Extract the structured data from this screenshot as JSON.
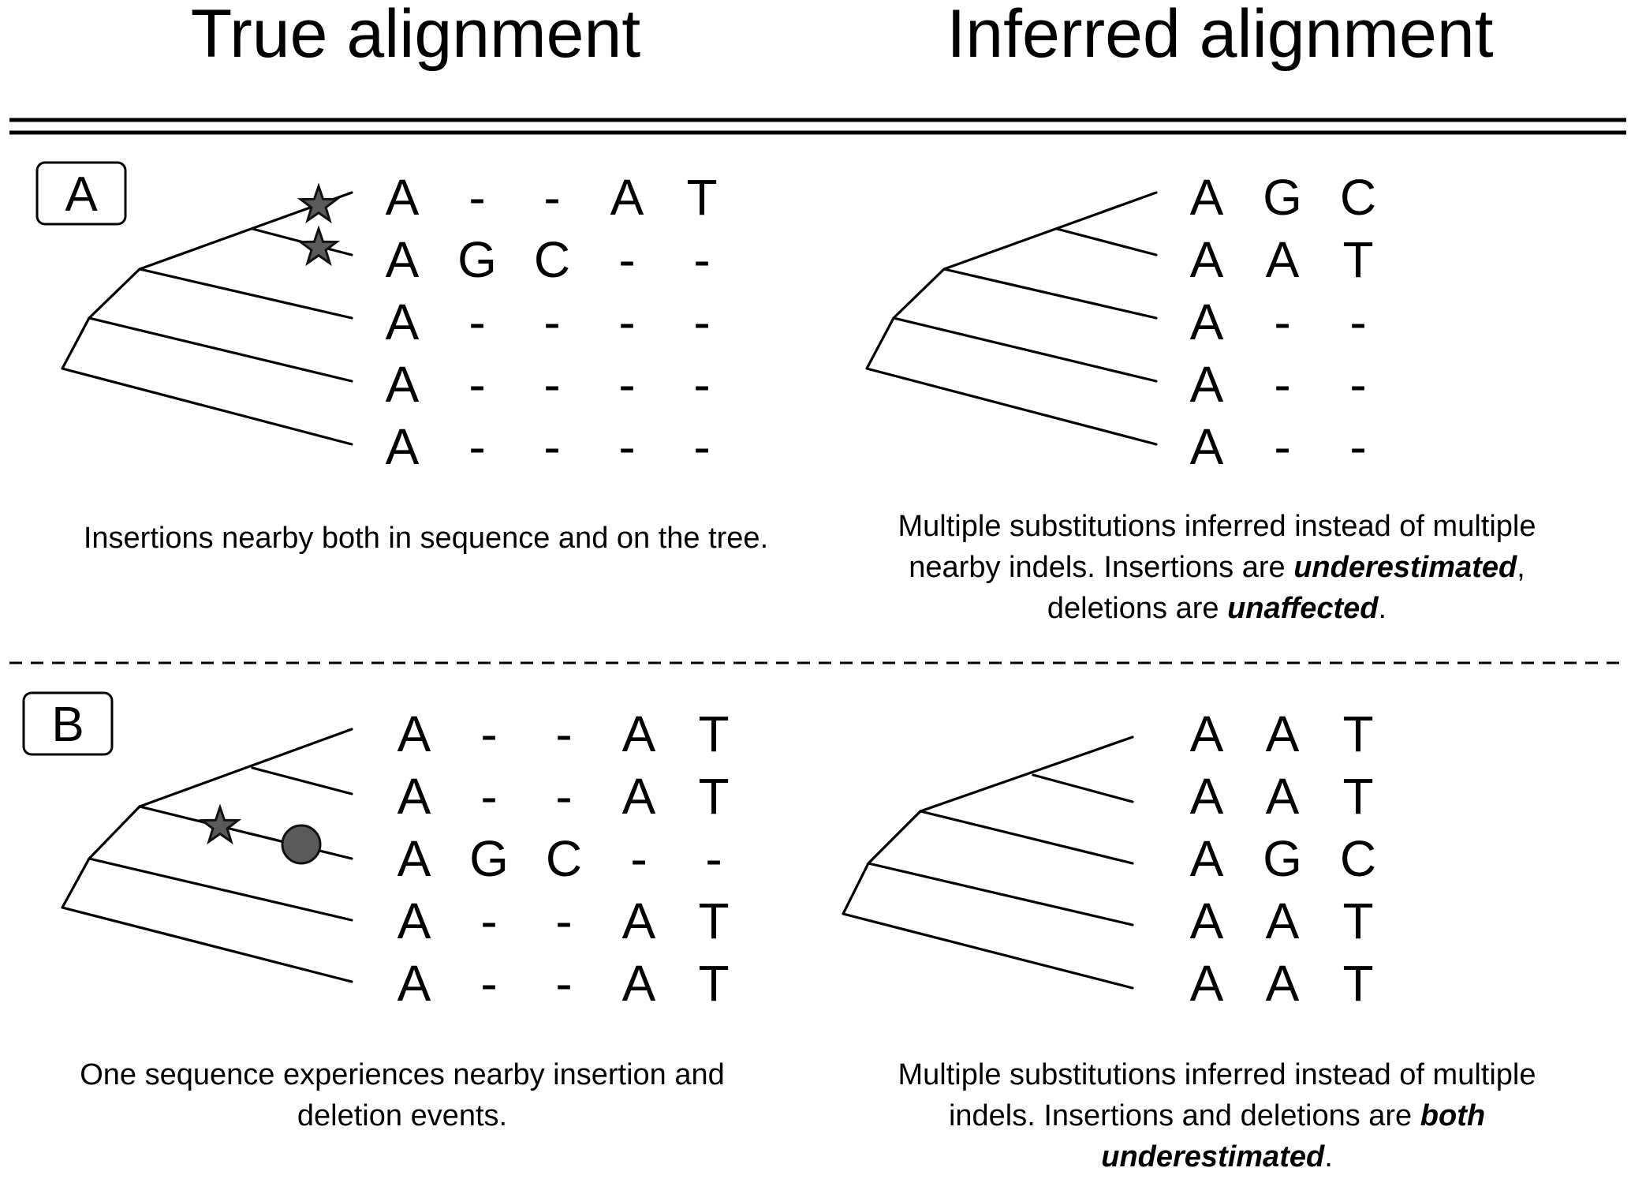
{
  "headers": {
    "left": "True alignment",
    "right": "Inferred alignment"
  },
  "panels": [
    {
      "label": "A",
      "true_rows": [
        [
          "A",
          "-",
          "-",
          "A",
          "T"
        ],
        [
          "A",
          "G",
          "C",
          "-",
          "-"
        ],
        [
          "A",
          "-",
          "-",
          "-",
          "-"
        ],
        [
          "A",
          "-",
          "-",
          "-",
          "-"
        ],
        [
          "A",
          "-",
          "-",
          "-",
          "-"
        ]
      ],
      "inferred_rows": [
        [
          "A",
          "G",
          "C"
        ],
        [
          "A",
          "A",
          "T"
        ],
        [
          "A",
          "-",
          "-"
        ],
        [
          "A",
          "-",
          "-"
        ],
        [
          "A",
          "-",
          "-"
        ]
      ],
      "left_caption": [
        "Insertions nearby both in sequence and on the tree."
      ],
      "right_caption": [
        [
          {
            "t": "Multiple substitutions inferred instead of multiple"
          }
        ],
        [
          {
            "t": "nearby indels.  Insertions are "
          },
          {
            "t": "underestimated",
            "b": true
          },
          {
            "t": ","
          }
        ],
        [
          {
            "t": "deletions are "
          },
          {
            "t": "unaffected",
            "b": true
          },
          {
            "t": "."
          }
        ]
      ],
      "markers": [
        {
          "shape": "star",
          "branch": "leaf-1"
        },
        {
          "shape": "star",
          "branch": "leaf-2"
        }
      ]
    },
    {
      "label": "B",
      "true_rows": [
        [
          "A",
          "-",
          "-",
          "A",
          "T"
        ],
        [
          "A",
          "-",
          "-",
          "A",
          "T"
        ],
        [
          "A",
          "G",
          "C",
          "-",
          "-"
        ],
        [
          "A",
          "-",
          "-",
          "A",
          "T"
        ],
        [
          "A",
          "-",
          "-",
          "A",
          "T"
        ]
      ],
      "inferred_rows": [
        [
          "A",
          "A",
          "T"
        ],
        [
          "A",
          "A",
          "T"
        ],
        [
          "A",
          "G",
          "C"
        ],
        [
          "A",
          "A",
          "T"
        ],
        [
          "A",
          "A",
          "T"
        ]
      ],
      "left_caption": [
        "One sequence experiences nearby insertion and",
        "deletion events."
      ],
      "right_caption": [
        [
          {
            "t": "Multiple substitutions inferred instead of multiple"
          }
        ],
        [
          {
            "t": "indels.   Insertions and deletions are "
          },
          {
            "t": "both",
            "b": true
          }
        ],
        [
          {
            "t": "underestimated",
            "b": true
          },
          {
            "t": "."
          }
        ]
      ],
      "markers": [
        {
          "shape": "star",
          "branch": "leaf-3"
        },
        {
          "shape": "circle",
          "branch": "leaf-3"
        }
      ]
    }
  ]
}
